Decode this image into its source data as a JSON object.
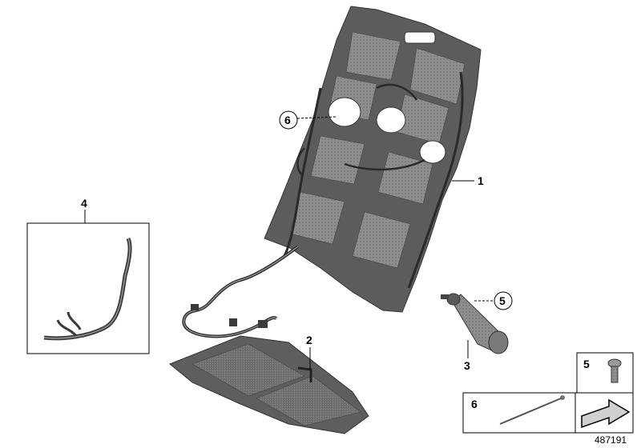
{
  "callouts": {
    "c1": "1",
    "c2": "2",
    "c3": "3",
    "c4": "4",
    "c5": "5",
    "c6": "6"
  },
  "legend": {
    "box5_label": "5",
    "box6_label": "6"
  },
  "reference_number": "487191",
  "colors": {
    "frame_dark": "#5a5a5a",
    "frame_mid": "#7c7c7c",
    "pad_light": "#9a9a9a",
    "line": "#000000"
  },
  "icons": {
    "legend_arrow": "arrow-icon"
  }
}
